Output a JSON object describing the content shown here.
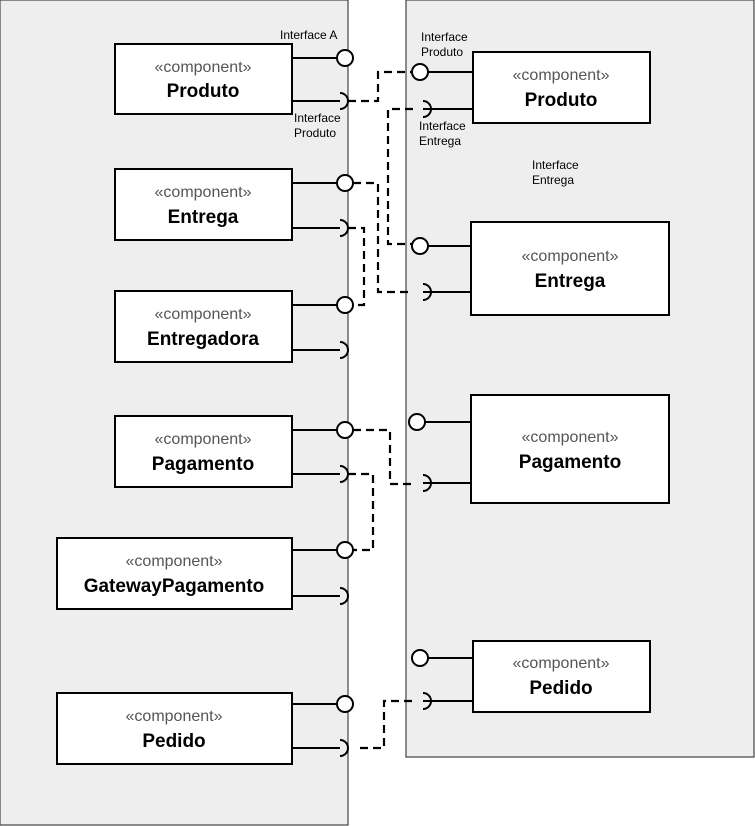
{
  "stereotype": "«component»",
  "left_components": [
    {
      "name": "Produto"
    },
    {
      "name": "Entrega"
    },
    {
      "name": "Entregadora"
    },
    {
      "name": "Pagamento"
    },
    {
      "name": "GatewayPagamento"
    },
    {
      "name": "Pedido"
    }
  ],
  "right_components": [
    {
      "name": "Produto"
    },
    {
      "name": "Entrega"
    },
    {
      "name": "Pagamento"
    },
    {
      "name": "Pedido"
    }
  ],
  "labels": {
    "interface_a": "Interface A",
    "left_interface_produto": [
      "Interface",
      "Produto"
    ],
    "right_interface_produto": [
      "Interface",
      "Produto"
    ],
    "right_interface_entrega_1": [
      "Interface",
      "Entrega"
    ],
    "right_interface_entrega_2": [
      "Interface",
      "Entrega"
    ]
  }
}
